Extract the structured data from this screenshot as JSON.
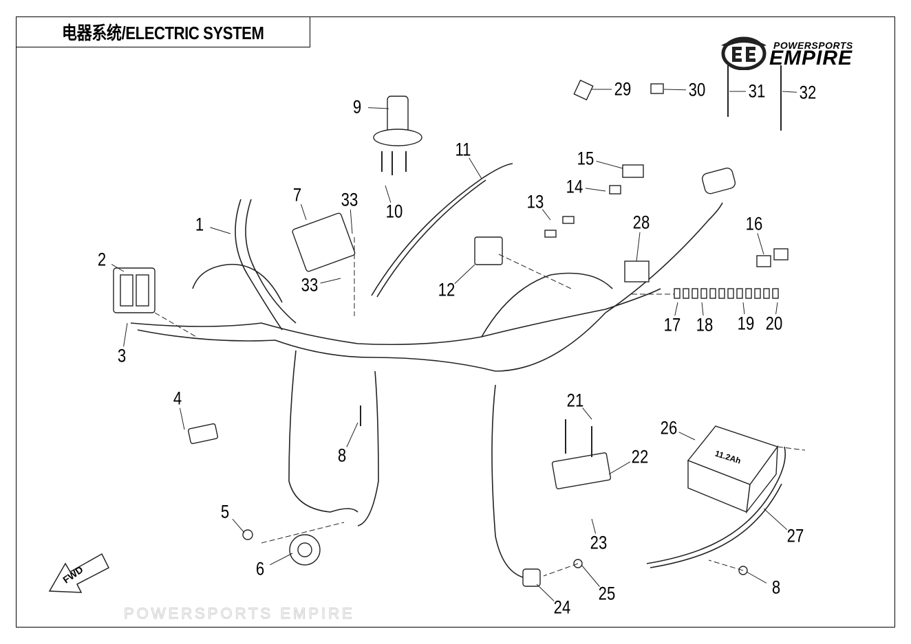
{
  "title": "电器系统/ELECTRIC SYSTEM",
  "logo": {
    "line1": "POWERSPORTS",
    "line2": "EMPIRE"
  },
  "watermark": "POWERSPORTS EMPIRE",
  "battery_label": "11.2Ah",
  "fwd_label": "FWD",
  "callouts": [
    "1",
    "2",
    "3",
    "4",
    "5",
    "6",
    "7",
    "8",
    "9",
    "10",
    "11",
    "12",
    "13",
    "14",
    "15",
    "16",
    "17",
    "18",
    "19",
    "20",
    "21",
    "22",
    "23",
    "24",
    "25",
    "26",
    "27",
    "28",
    "29",
    "30",
    "31",
    "32",
    "33",
    "33",
    "8"
  ]
}
